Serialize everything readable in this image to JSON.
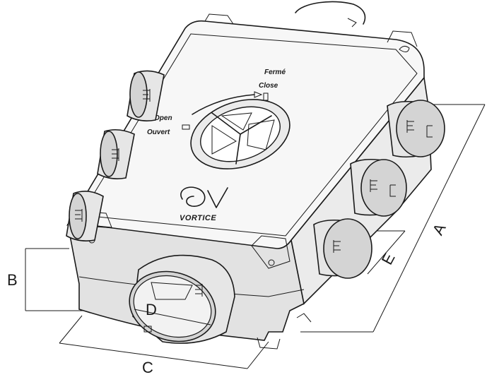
{
  "knob": {
    "close_fr": "Fermé",
    "close_en": "Close",
    "open_en": "Open",
    "open_fr": "Ouvert"
  },
  "brand": "VORTICE",
  "dimensions": {
    "a": "A",
    "b": "B",
    "c": "C",
    "d": "D",
    "e": "E"
  }
}
